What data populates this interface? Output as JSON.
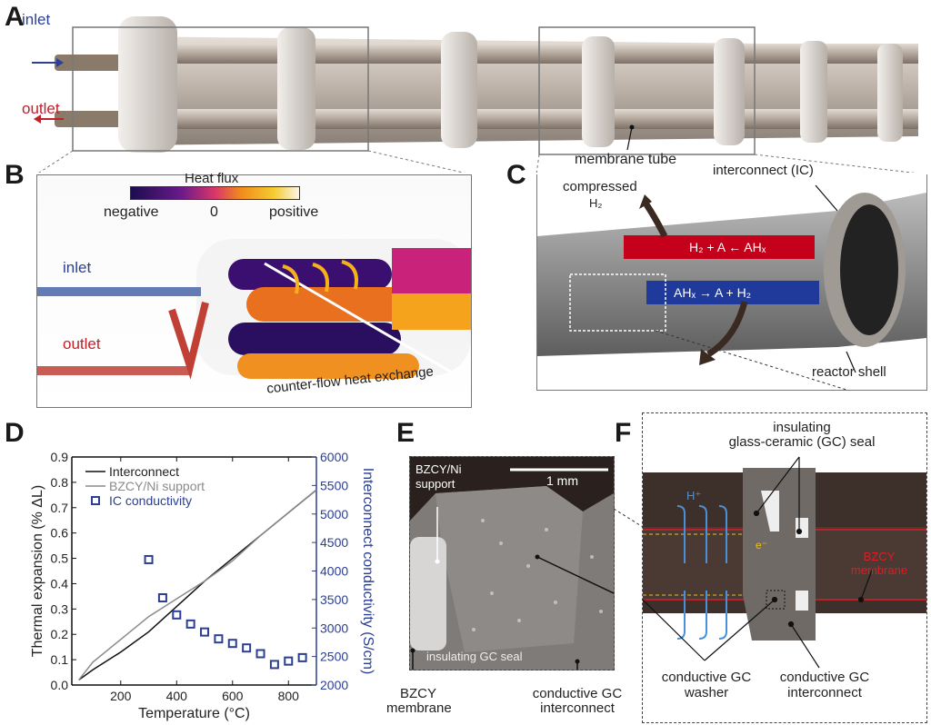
{
  "panels": {
    "A": {
      "label": "A",
      "inlet": "inlet",
      "outlet": "outlet",
      "membrane_tube": "membrane tube"
    },
    "B": {
      "label": "B",
      "heat_flux_title": "Heat flux",
      "negative": "negative",
      "zero": "0",
      "positive": "positive",
      "inlet": "inlet",
      "outlet": "outlet",
      "counter_flow": "counter-flow heat exchange"
    },
    "C": {
      "label": "C",
      "compressed": "compressed",
      "h2": "H₂",
      "interconnect": "interconnect (IC)",
      "reaction_top": "H₂ + A ← AHₓ",
      "reaction_bottom": "AHₓ → A + H₂",
      "reactor_shell": "reactor shell"
    },
    "D": {
      "label": "D"
    },
    "E": {
      "label": "E",
      "scale": "1 mm",
      "support": "BZCY/Ni support",
      "seal": "insulating GC seal",
      "bzcy_membrane": "BZCY membrane",
      "conductive_ic": "conductive GC interconnect"
    },
    "F": {
      "label": "F",
      "insulating_seal_1": "insulating",
      "insulating_seal_2": "glass-ceramic (GC) seal",
      "hplus": "H⁺",
      "electron": "e⁻",
      "bzcy_1": "BZCY",
      "bzcy_2": "membrane",
      "washer_1": "conductive GC",
      "washer_2": "washer",
      "ic_1": "conductive GC",
      "ic_2": "interconnect"
    }
  },
  "colors": {
    "inlet": "#2b3f93",
    "outlet": "#c0202a",
    "ic_conductivity": "#2b3f93",
    "bzcy": "#e01b24"
  },
  "chart_data": {
    "type": "line",
    "xlabel": "Temperature (°C)",
    "ylabel": "Thermal expansion (% ΔL)",
    "y2label": "Interconnect conductivity (S/cm)",
    "xlim": [
      25,
      900
    ],
    "ylim": [
      0,
      0.9
    ],
    "y2lim": [
      2000,
      6000
    ],
    "xticks": [
      200,
      400,
      600,
      800
    ],
    "yticks": [
      "0.0",
      "0.1",
      "0.2",
      "0.3",
      "0.4",
      "0.5",
      "0.6",
      "0.7",
      "0.8",
      "0.9"
    ],
    "y2ticks": [
      "2000",
      "2500",
      "3000",
      "3500",
      "4000",
      "4500",
      "5000",
      "5500",
      "6000"
    ],
    "legend_position": "top-left",
    "series": [
      {
        "name": "Interconnect",
        "color": "#111111",
        "axis": "left",
        "x": [
          50,
          100,
          200,
          300,
          400,
          500,
          600,
          700,
          800,
          900
        ],
        "y": [
          0.02,
          0.06,
          0.13,
          0.21,
          0.31,
          0.41,
          0.5,
          0.59,
          0.68,
          0.77
        ]
      },
      {
        "name": "BZCY/Ni support",
        "color": "#8a8a8a",
        "axis": "left",
        "x": [
          50,
          100,
          200,
          300,
          400,
          500,
          600,
          700,
          800,
          900
        ],
        "y": [
          0.02,
          0.09,
          0.18,
          0.27,
          0.34,
          0.41,
          0.49,
          0.59,
          0.68,
          0.77
        ]
      },
      {
        "name": "IC conductivity",
        "color": "#2b3f93",
        "axis": "right",
        "marker": "square",
        "x": [
          300,
          350,
          400,
          450,
          500,
          550,
          600,
          650,
          700,
          750,
          800,
          850
        ],
        "y": [
          4200,
          3530,
          3230,
          3070,
          2930,
          2810,
          2730,
          2650,
          2550,
          2360,
          2420,
          2480
        ]
      }
    ]
  }
}
